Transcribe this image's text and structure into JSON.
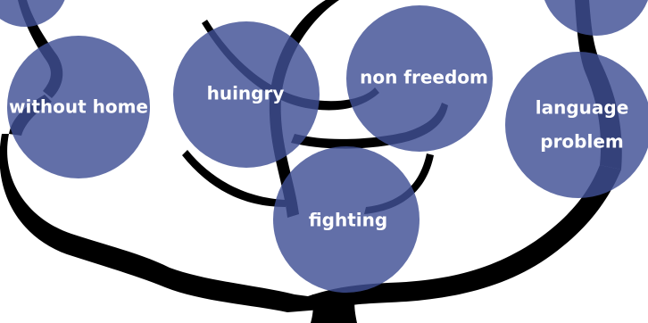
{
  "diagram": {
    "colors": {
      "branch": "#000000",
      "node_fill": "#3f4f95",
      "node_opacity": 0.82,
      "label": "#ffffff",
      "background": "#ffffff"
    },
    "nodes": [
      {
        "id": "without-home",
        "label": "without home"
      },
      {
        "id": "huingry",
        "label": "huingry"
      },
      {
        "id": "non-freedom",
        "label": "non freedom"
      },
      {
        "id": "language-problem",
        "label_line1": "language",
        "label_line2": "problem"
      },
      {
        "id": "fighting",
        "label": "fighting"
      }
    ]
  }
}
